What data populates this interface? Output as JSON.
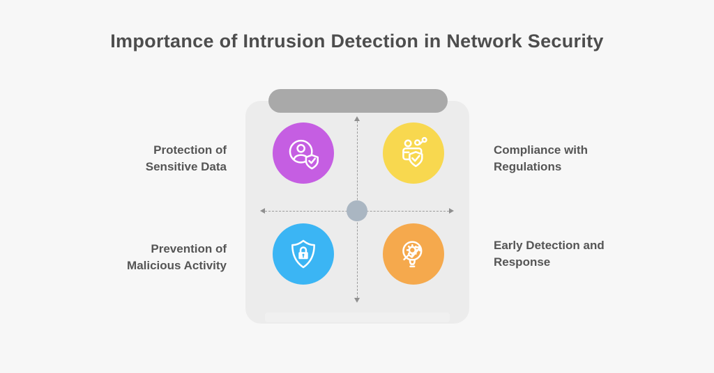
{
  "title": "Importance of Intrusion Detection in Network Security",
  "colors": {
    "background": "#f7f7f7",
    "card": "#ececec",
    "clip_bar": "#a9a9a9",
    "center_dot": "#aab6c2",
    "dashed_lines": "#9a9a9a",
    "title_text": "#4d4d4d",
    "label_text": "#555555"
  },
  "quadrants": [
    {
      "position": "top-left",
      "label_line1": "Protection of",
      "label_line2": "Sensitive Data",
      "circle_color": "#c55ee2",
      "icon": "user-shield-check-icon"
    },
    {
      "position": "top-right",
      "label_line1": "Compliance with",
      "label_line2": "Regulations",
      "circle_color": "#f8d84f",
      "icon": "team-shield-check-icon"
    },
    {
      "position": "bottom-left",
      "label_line1": "Prevention of",
      "label_line2": "Malicious Activity",
      "circle_color": "#3bb5f4",
      "icon": "shield-lock-icon"
    },
    {
      "position": "bottom-right",
      "label_line1": "Early Detection and",
      "label_line2": "Response",
      "circle_color": "#f5a94d",
      "icon": "bulb-gear-growth-icon"
    }
  ]
}
